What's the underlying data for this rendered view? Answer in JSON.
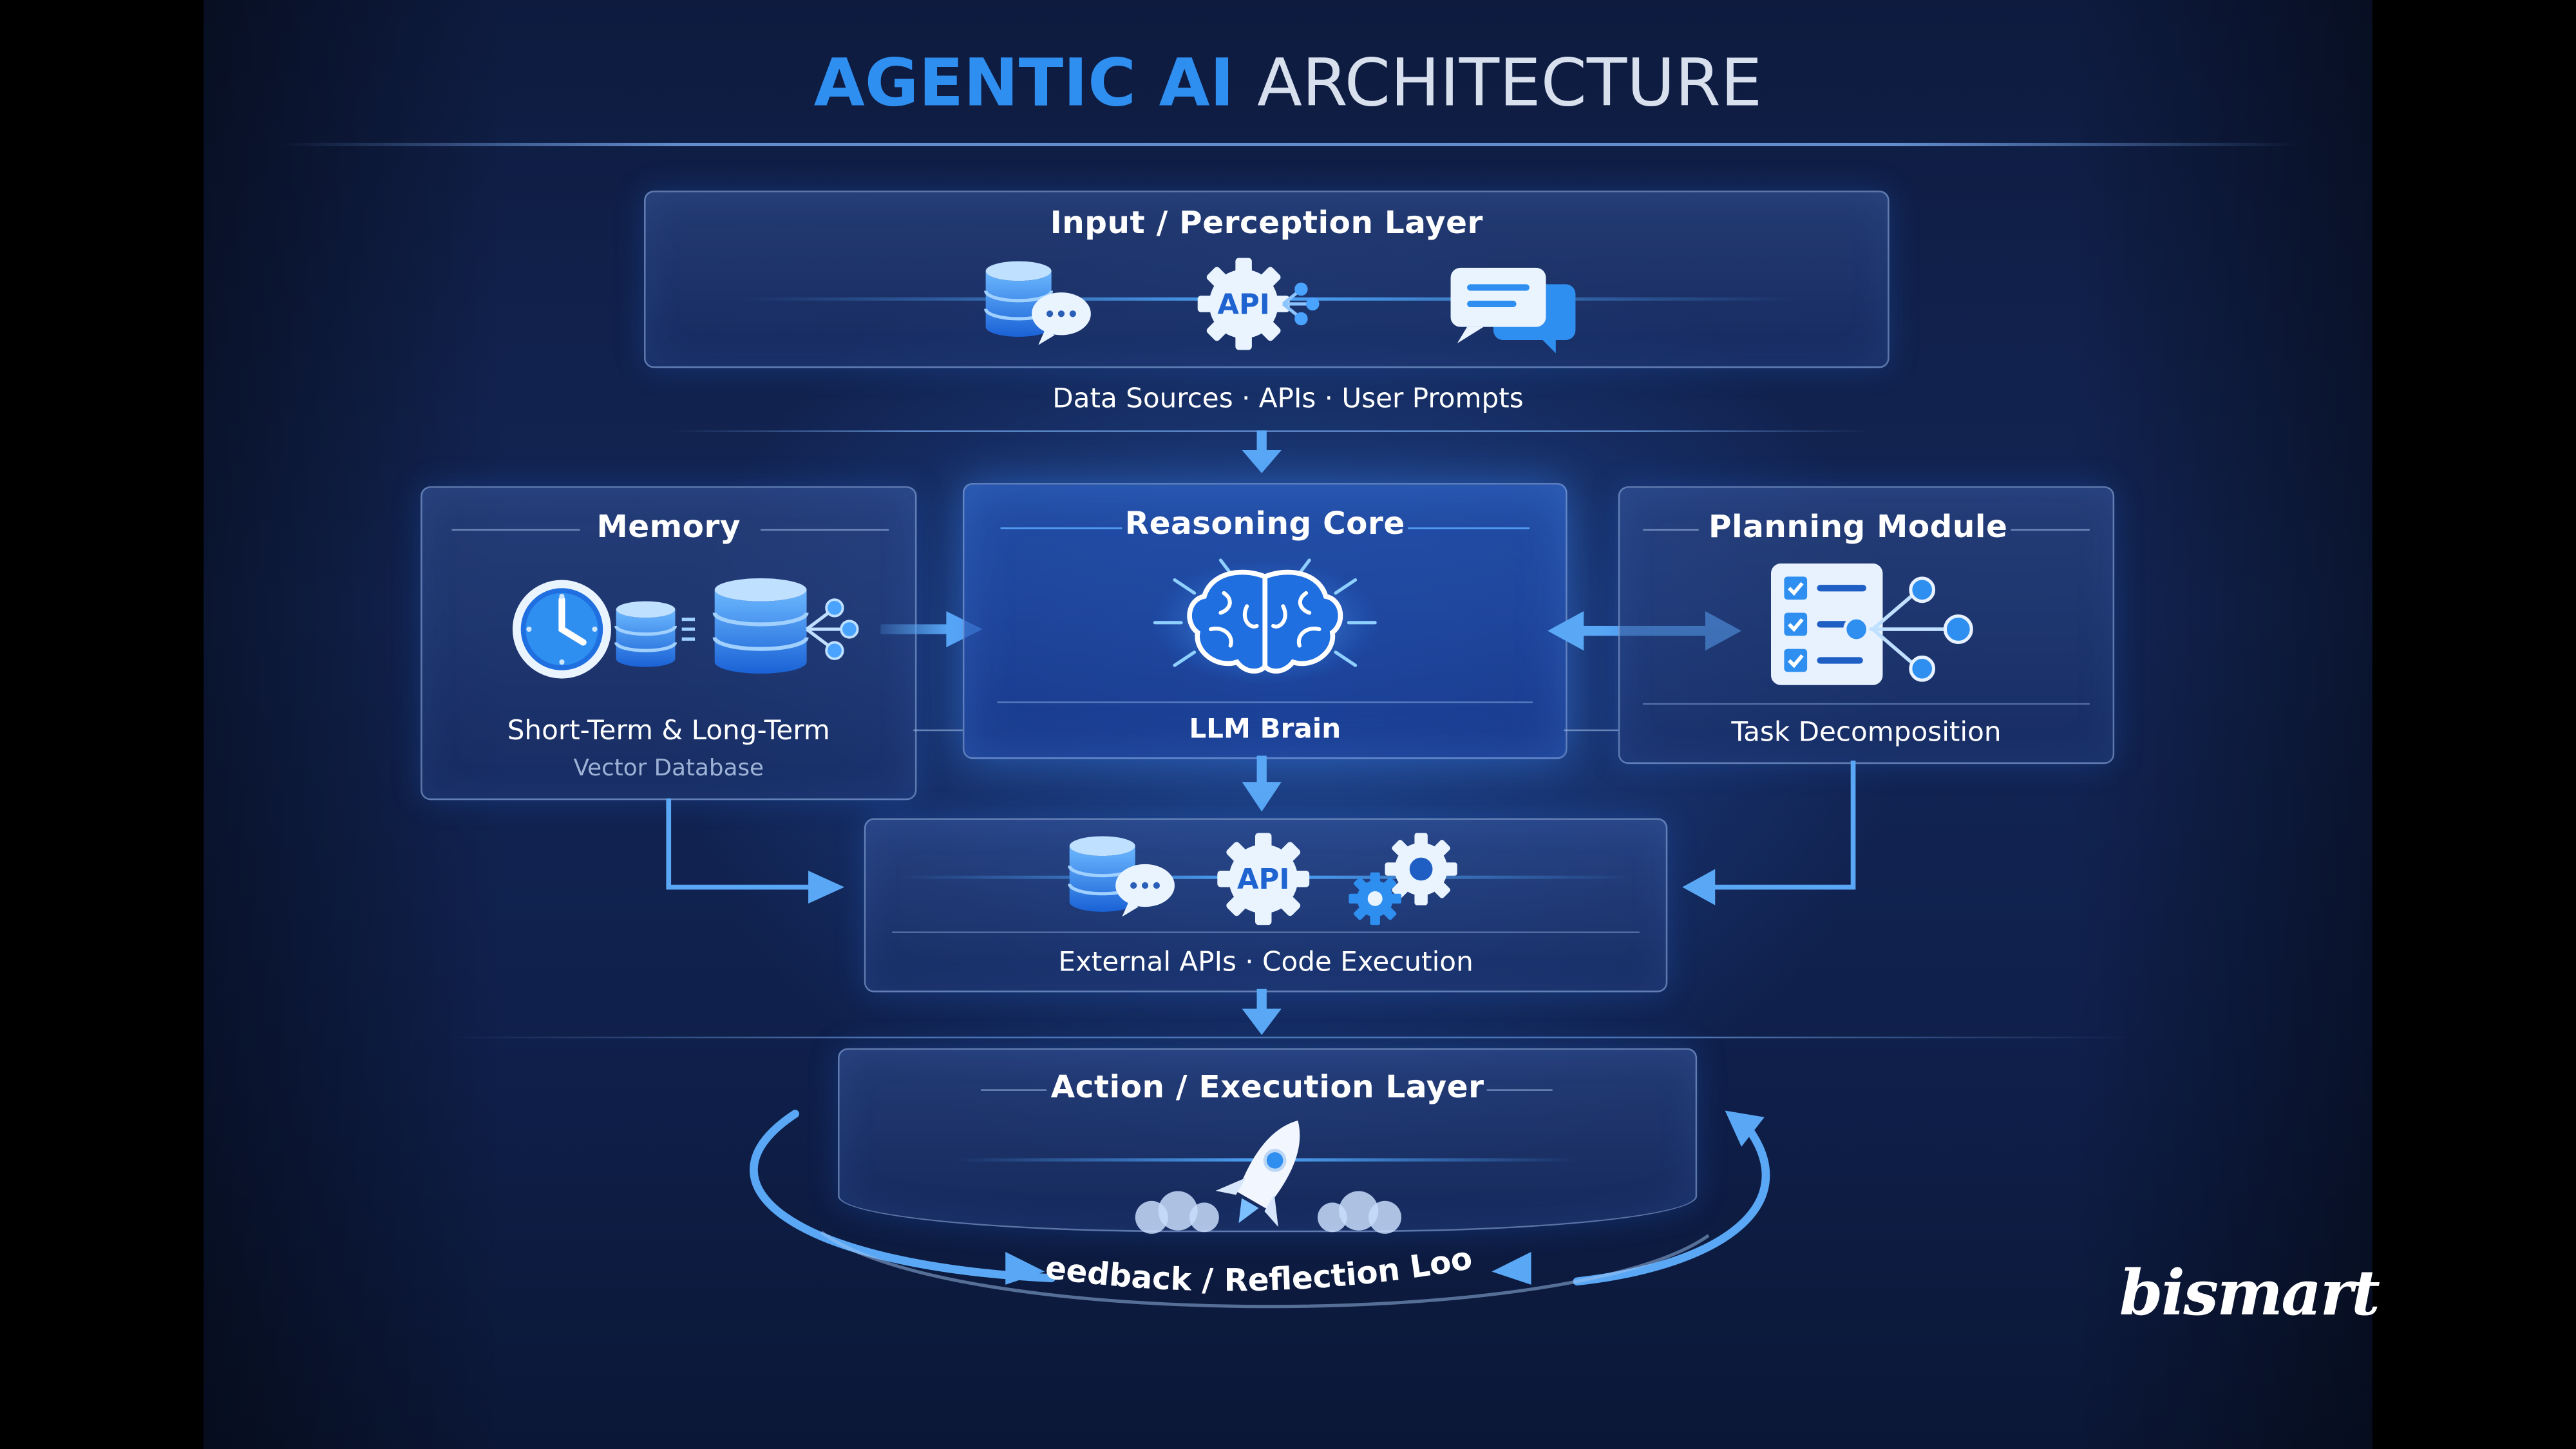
{
  "title": {
    "accent": "AGENTIC AI",
    "rest": "ARCHITECTURE"
  },
  "input_layer": {
    "title": "Input / Perception Layer",
    "caption": "Data Sources · APIs · User Prompts",
    "icons": [
      "database-chat-icon",
      "api-gear-icon",
      "chat-bubbles-icon"
    ]
  },
  "memory": {
    "title": "Memory",
    "caption": "Short-Term & Long-Term",
    "subcaption": "Vector Database",
    "icons": [
      "clock-icon",
      "database-network-icon"
    ]
  },
  "reasoning": {
    "title": "Reasoning Core",
    "caption": "LLM Brain",
    "icons": [
      "brain-icon"
    ]
  },
  "planning": {
    "title": "Planning Module",
    "caption": "Task Decomposition",
    "icons": [
      "checklist-network-icon"
    ]
  },
  "tools": {
    "caption": "External APIs · Code Execution",
    "icons": [
      "database-chat-icon",
      "api-gear-icon",
      "gears-icon"
    ]
  },
  "action_layer": {
    "title": "Action / Execution Layer",
    "icons": [
      "rocket-icon"
    ]
  },
  "loop": {
    "label": "Feedback / Reflection Loop"
  },
  "brand": {
    "name": "bismart"
  },
  "icon_text": {
    "api": "API"
  },
  "colors": {
    "accent": "#2f8ff0",
    "background": "#132657",
    "panel_border": "#96b4e6",
    "arrow": "#5aa8f5"
  }
}
